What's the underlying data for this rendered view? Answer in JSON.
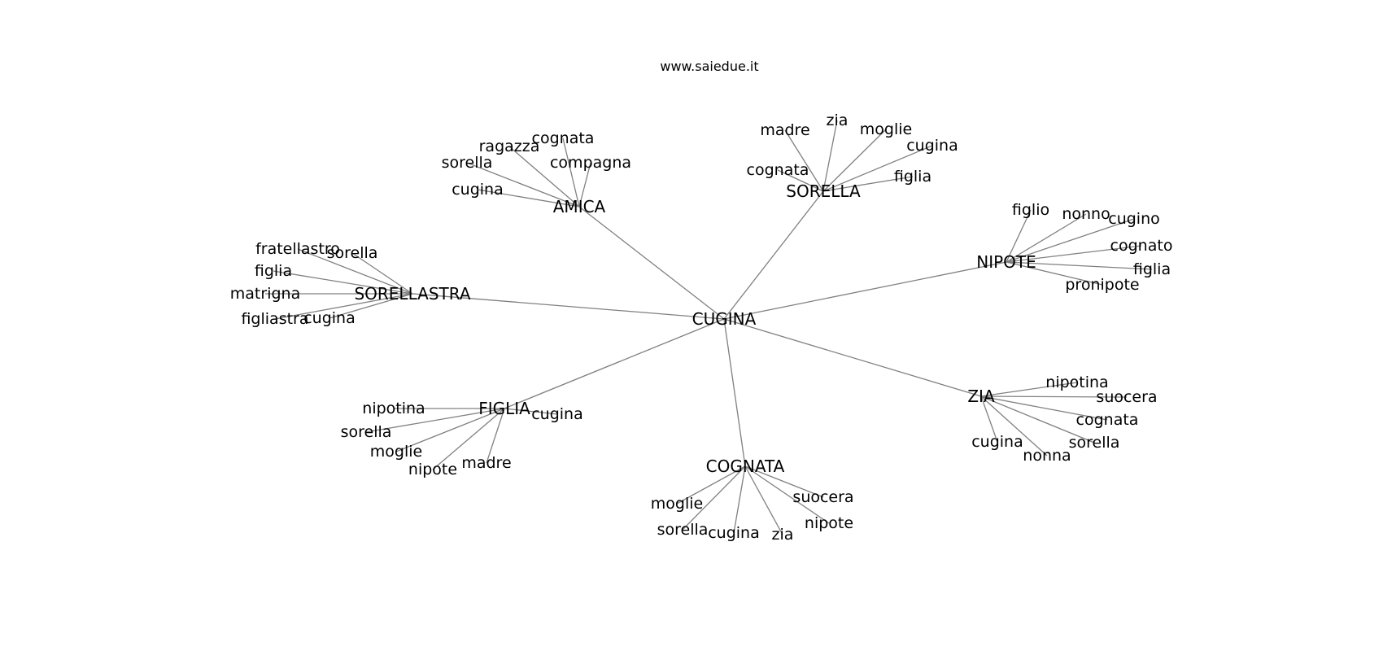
{
  "source": "www.saiedue.it",
  "center": "CUGINA",
  "groups": [
    {
      "name": "AMICA",
      "neighbors": [
        "cognata",
        "ragazza",
        "sorella",
        "compagna",
        "cugina"
      ]
    },
    {
      "name": "SORELLA",
      "neighbors": [
        "madre",
        "zia",
        "moglie",
        "cugina",
        "cognata",
        "figlia"
      ]
    },
    {
      "name": "NIPOTE",
      "neighbors": [
        "figlio",
        "nonno",
        "cugino",
        "cognato",
        "figlia",
        "pronipote"
      ]
    },
    {
      "name": "SORELLASTRA",
      "neighbors": [
        "fratellastro",
        "sorella",
        "figlia",
        "matrigna",
        "figliastra",
        "cugina"
      ]
    },
    {
      "name": "FIGLIA",
      "neighbors": [
        "nipotina",
        "cugina",
        "sorella",
        "moglie",
        "nipote",
        "madre"
      ]
    },
    {
      "name": "COGNATA",
      "neighbors": [
        "suocera",
        "moglie",
        "nipote",
        "sorella",
        "cugina",
        "zia"
      ]
    },
    {
      "name": "ZIA",
      "neighbors": [
        "nipotina",
        "suocera",
        "cognata",
        "sorella",
        "cugina",
        "nonna"
      ]
    }
  ]
}
